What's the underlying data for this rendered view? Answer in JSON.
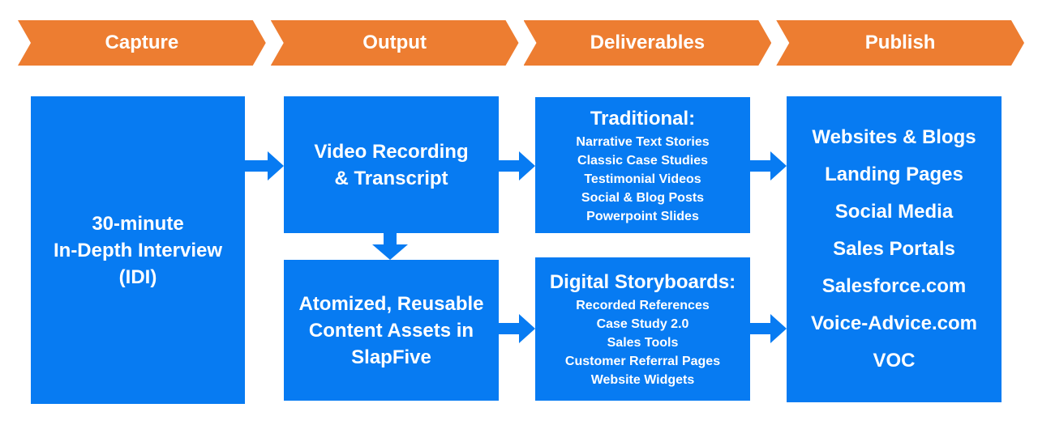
{
  "colors": {
    "stage_orange": "#ED7D31",
    "box_blue": "#077BF2",
    "text_white": "#FFFFFF"
  },
  "banner": {
    "stages": [
      {
        "label": "Capture"
      },
      {
        "label": "Output"
      },
      {
        "label": "Deliverables"
      },
      {
        "label": "Publish"
      }
    ]
  },
  "boxes": {
    "capture": {
      "lines": [
        "30-minute",
        "In-Depth Interview",
        "(IDI)"
      ]
    },
    "output_top": {
      "lines": [
        "Video Recording",
        "& Transcript"
      ]
    },
    "output_bottom": {
      "lines": [
        "Atomized, Reusable",
        "Content Assets in",
        "SlapFive"
      ]
    },
    "deliverables_top": {
      "heading": "Traditional:",
      "items": [
        "Narrative Text Stories",
        "Classic Case Studies",
        "Testimonial Videos",
        "Social & Blog Posts",
        "Powerpoint Slides"
      ]
    },
    "deliverables_bottom": {
      "heading": "Digital Storyboards:",
      "items": [
        "Recorded References",
        "Case Study 2.0",
        "Sales Tools",
        "Customer Referral Pages",
        "Website Widgets"
      ]
    },
    "publish": {
      "items": [
        "Websites & Blogs",
        "Landing Pages",
        "Social Media",
        "Sales Portals",
        "Salesforce.com",
        "Voice-Advice.com",
        "VOC"
      ]
    }
  }
}
